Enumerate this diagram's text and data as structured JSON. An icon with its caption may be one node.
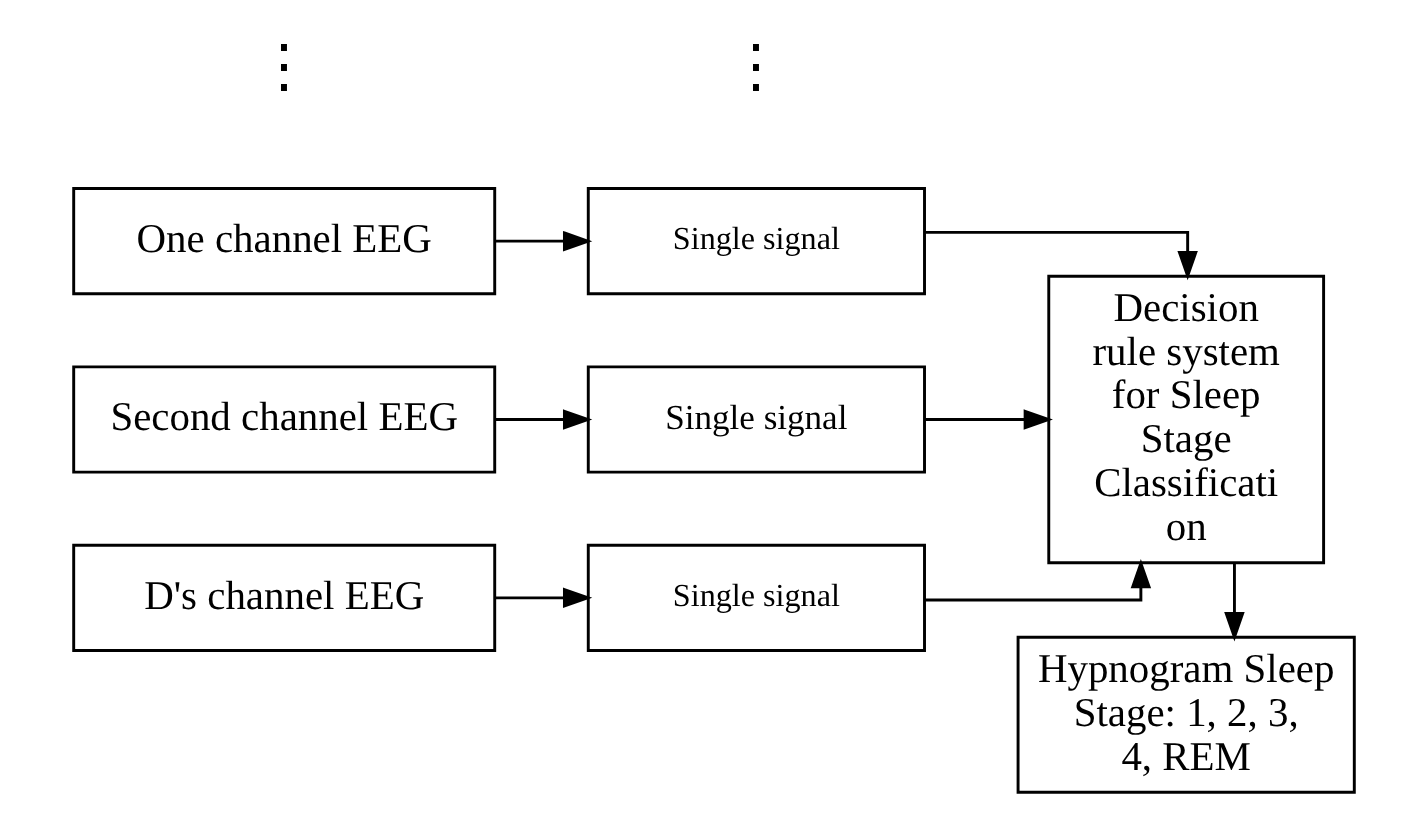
{
  "diagram": {
    "nodes": [
      {
        "text": [
          "One channel EEG"
        ]
      },
      {
        "text": [
          "Single signal"
        ]
      },
      {
        "text": [
          "Second channel EEG"
        ]
      },
      {
        "text": [
          "Single signal"
        ]
      },
      {
        "text": [
          "D's channel EEG"
        ]
      },
      {
        "text": [
          "Single signal"
        ]
      },
      {
        "text": [
          "Decision rule system for Sleep Stage Classificati on"
        ]
      },
      {
        "text": [
          "Hypnogram Sleep Stage: 1, 2, 3, 4, REM"
        ]
      }
    ],
    "edges": [
      {
        "from": 0,
        "to": 1,
        "arrow": "to"
      },
      {
        "from": 1,
        "to": 6,
        "arrow": "to"
      },
      {
        "from": 2,
        "to": 3,
        "arrow": "to"
      },
      {
        "from": 3,
        "to": 6,
        "arrow": "to"
      },
      {
        "from": 4,
        "to": 5,
        "arrow": "to"
      },
      {
        "from": 5,
        "to": 6,
        "arrow": "to"
      },
      {
        "from": 6,
        "to": 7,
        "arrow": "to"
      }
    ],
    "labels": [
      "⋮",
      "⋮"
    ]
  }
}
